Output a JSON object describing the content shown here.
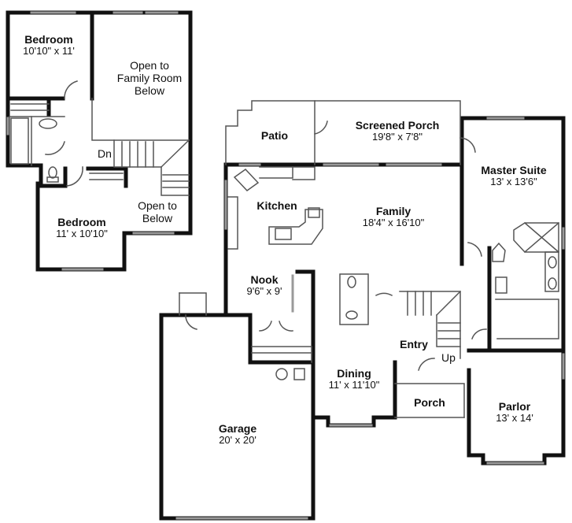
{
  "upper_floor": {
    "rooms": [
      {
        "name": "Bedroom",
        "dims": "10'10\" x 11'"
      },
      {
        "name": "Bedroom",
        "dims": "11' x 10'10\""
      }
    ],
    "open_areas": [
      {
        "lines": [
          "Open to",
          "Family Room",
          "Below"
        ]
      },
      {
        "lines": [
          "Open to",
          "Below"
        ]
      }
    ],
    "stair_label": "Dn"
  },
  "main_floor": {
    "rooms": [
      {
        "name": "Patio",
        "dims": ""
      },
      {
        "name": "Screened Porch",
        "dims": "19'8\" x 7'8\""
      },
      {
        "name": "Master Suite",
        "dims": "13' x 13'6\""
      },
      {
        "name": "Kitchen",
        "dims": ""
      },
      {
        "name": "Family",
        "dims": "18'4\" x 16'10\""
      },
      {
        "name": "Nook",
        "dims": "9'6\" x 9'"
      },
      {
        "name": "Entry",
        "dims": ""
      },
      {
        "name": "Dining",
        "dims": "11' x 11'10\""
      },
      {
        "name": "Porch",
        "dims": ""
      },
      {
        "name": "Parlor",
        "dims": "13' x 14'"
      },
      {
        "name": "Garage",
        "dims": "20' x 20'"
      }
    ],
    "stair_label": "Up"
  },
  "colors": {
    "wall": "#111111",
    "fixture": "#555555",
    "window": "#999999",
    "background": "#ffffff"
  }
}
